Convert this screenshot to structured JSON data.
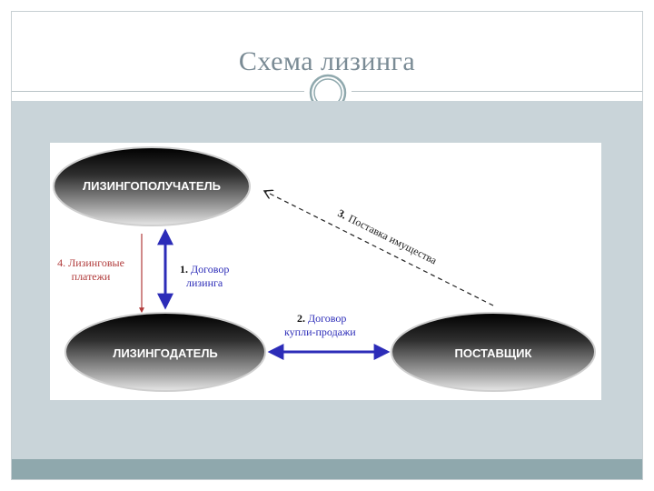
{
  "title": "Схема лизинга",
  "colors": {
    "relation_blue": "#2c2cb8",
    "relation_red": "#b03a3a",
    "supply_dash": "#222222",
    "content_bg": "#c9d4d9",
    "footer_bg": "#8fa8ad"
  },
  "nodes": {
    "lessee": "ЛИЗИНГОПОЛУЧАТЕЛЬ",
    "lessor": "ЛИЗИНГОДАТЕЛЬ",
    "supplier": "ПОСТАВЩИК"
  },
  "relations": {
    "leasing_contract": {
      "number": "1.",
      "line1": "Договор",
      "line2": "лизинга"
    },
    "sale_contract": {
      "number": "2.",
      "line1": "Договор",
      "line2": "купли-продажи"
    },
    "supply": {
      "number": "3.",
      "text": "Поставка имущества"
    },
    "payments": {
      "line1": "4. Лизинговые",
      "line2": "платежи"
    }
  }
}
